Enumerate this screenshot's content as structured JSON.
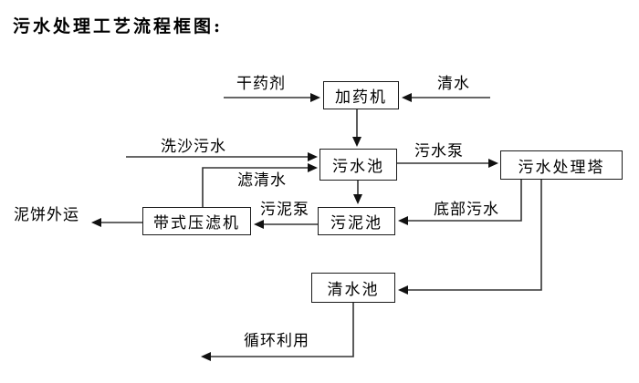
{
  "title": "污水处理工艺流程框图:",
  "diagram": {
    "nodes": {
      "dosing_machine": "加药机",
      "sewage_pool": "污水池",
      "treatment_tower": "污水处理塔",
      "belt_filter_press": "带式压滤机",
      "sludge_pool": "污泥池",
      "clean_water_pool": "清水池"
    },
    "flow_labels": {
      "dry_agent": "干药剂",
      "clean_water": "清水",
      "sand_washing_sewage": "洗沙污水",
      "sewage_pump": "污水泵",
      "filtered_water": "滤清水",
      "sludge_pump": "污泥泵",
      "bottom_sewage": "底部污水",
      "mud_cake_out": "泥饼外运",
      "recycle_use": "循环利用"
    },
    "colors": {
      "background": "#ffffff",
      "line": "#333333",
      "arrowhead": "#111111",
      "box_border": "#1a1a1a",
      "text": "#000000"
    }
  }
}
